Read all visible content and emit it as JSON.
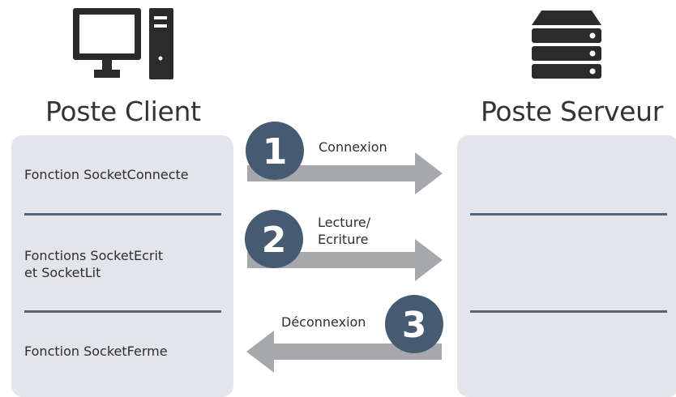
{
  "client": {
    "title": "Poste Client",
    "steps": [
      {
        "line1": "Fonction SocketConnecte",
        "line2": ""
      },
      {
        "line1": "Fonctions SocketEcrit",
        "line2": "et SocketLit"
      },
      {
        "line1": "Fonction SocketFerme",
        "line2": ""
      }
    ]
  },
  "server": {
    "title": "Poste Serveur"
  },
  "arrows": [
    {
      "number": "1",
      "label1": "Connexion",
      "label2": "",
      "direction": "right"
    },
    {
      "number": "2",
      "label1": "Lecture/",
      "label2": "Ecriture",
      "direction": "right"
    },
    {
      "number": "3",
      "label1": "Déconnexion",
      "label2": "",
      "direction": "left"
    }
  ],
  "colors": {
    "panel": "#e3e5ea",
    "divider": "#4f6478",
    "arrow": "#a6a8ab",
    "badge": "#455b71",
    "icon": "#2b2b2b"
  },
  "icons": {
    "client": "desktop-computer-icon",
    "server": "server-rack-icon"
  }
}
